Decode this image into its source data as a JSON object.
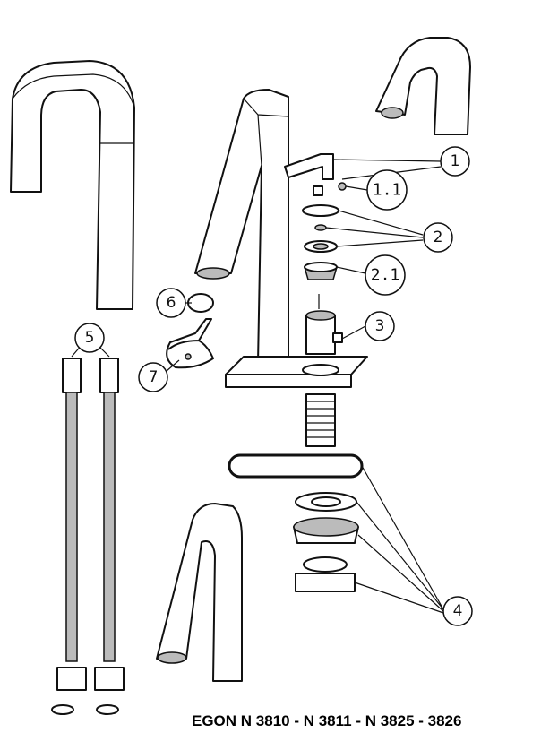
{
  "title": "EGON N 3810 - N 3811 - N 3825 - 3826",
  "callouts": [
    "1",
    "1.1",
    "2",
    "2.1",
    "3",
    "4",
    "5",
    "6",
    "7"
  ]
}
